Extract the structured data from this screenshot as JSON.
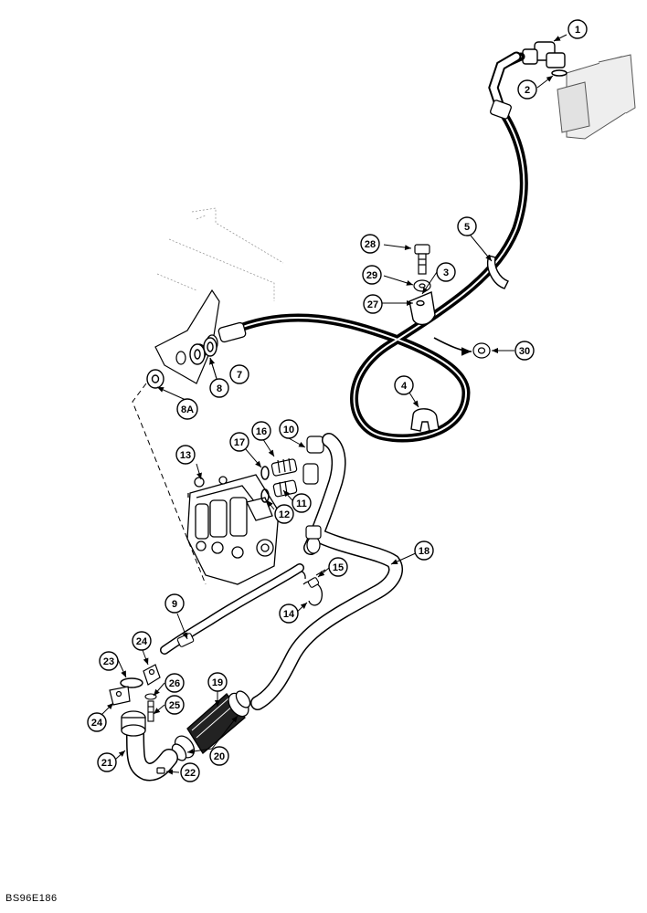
{
  "callouts": {
    "c1": "1",
    "c2": "2",
    "c3": "3",
    "c4": "4",
    "c5": "5",
    "c7": "7",
    "c8": "8",
    "c8a": "8A",
    "c9": "9",
    "c10": "10",
    "c11": "11",
    "c12": "12",
    "c13": "13",
    "c14": "14",
    "c15": "15",
    "c16": "16",
    "c17": "17",
    "c18": "18",
    "c19": "19",
    "c20": "20",
    "c21": "21",
    "c22": "22",
    "c23": "23",
    "c24a": "24",
    "c24b": "24",
    "c25": "25",
    "c26": "26",
    "c27": "27",
    "c28": "28",
    "c29": "29",
    "c30": "30"
  },
  "reference_code": "BS96E186"
}
